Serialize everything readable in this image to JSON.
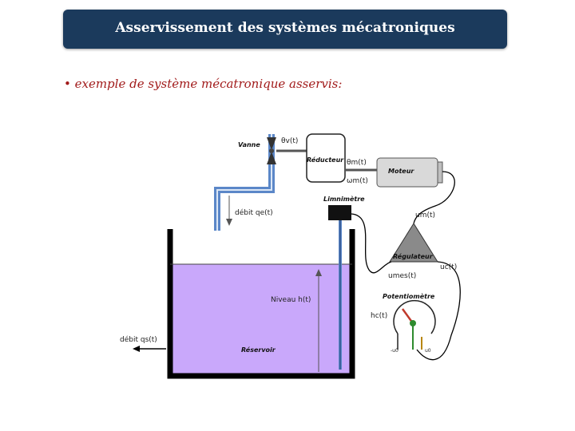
{
  "header": {
    "title": "Asservissement des systèmes mécatroniques",
    "subtitle": "• exemple de système mécatronique asservis:"
  },
  "diagram": {
    "labels": {
      "vanne": "Vanne",
      "theta_v": "θv(t)",
      "reducteur": "Réducteur",
      "theta_m": "θm(t)",
      "omega_m": "ωm(t)",
      "moteur": "Moteur",
      "debit_e": "débit qe(t)",
      "limnimetre": "Limnimètre",
      "u_m": "um(t)",
      "regulateur": "Régulateur",
      "u_mes": "umes(t)",
      "u_c": "uc(t)",
      "niveau": "Niveau h(t)",
      "potentiometre": "Potentiomètre",
      "h_c": "hc(t)",
      "minus_u0": "-u0",
      "plus_u0": "u0",
      "debit_s": "débit qs(t)",
      "reservoir": "Réservoir"
    },
    "colors": {
      "liquid": "#c9a8fb",
      "pipe": "#5b87c8",
      "title_bar": "#1b3a5c",
      "subtitle": "#a11a1a",
      "regulator": "#8a8a8a",
      "motor": "#d9d9d9"
    }
  }
}
